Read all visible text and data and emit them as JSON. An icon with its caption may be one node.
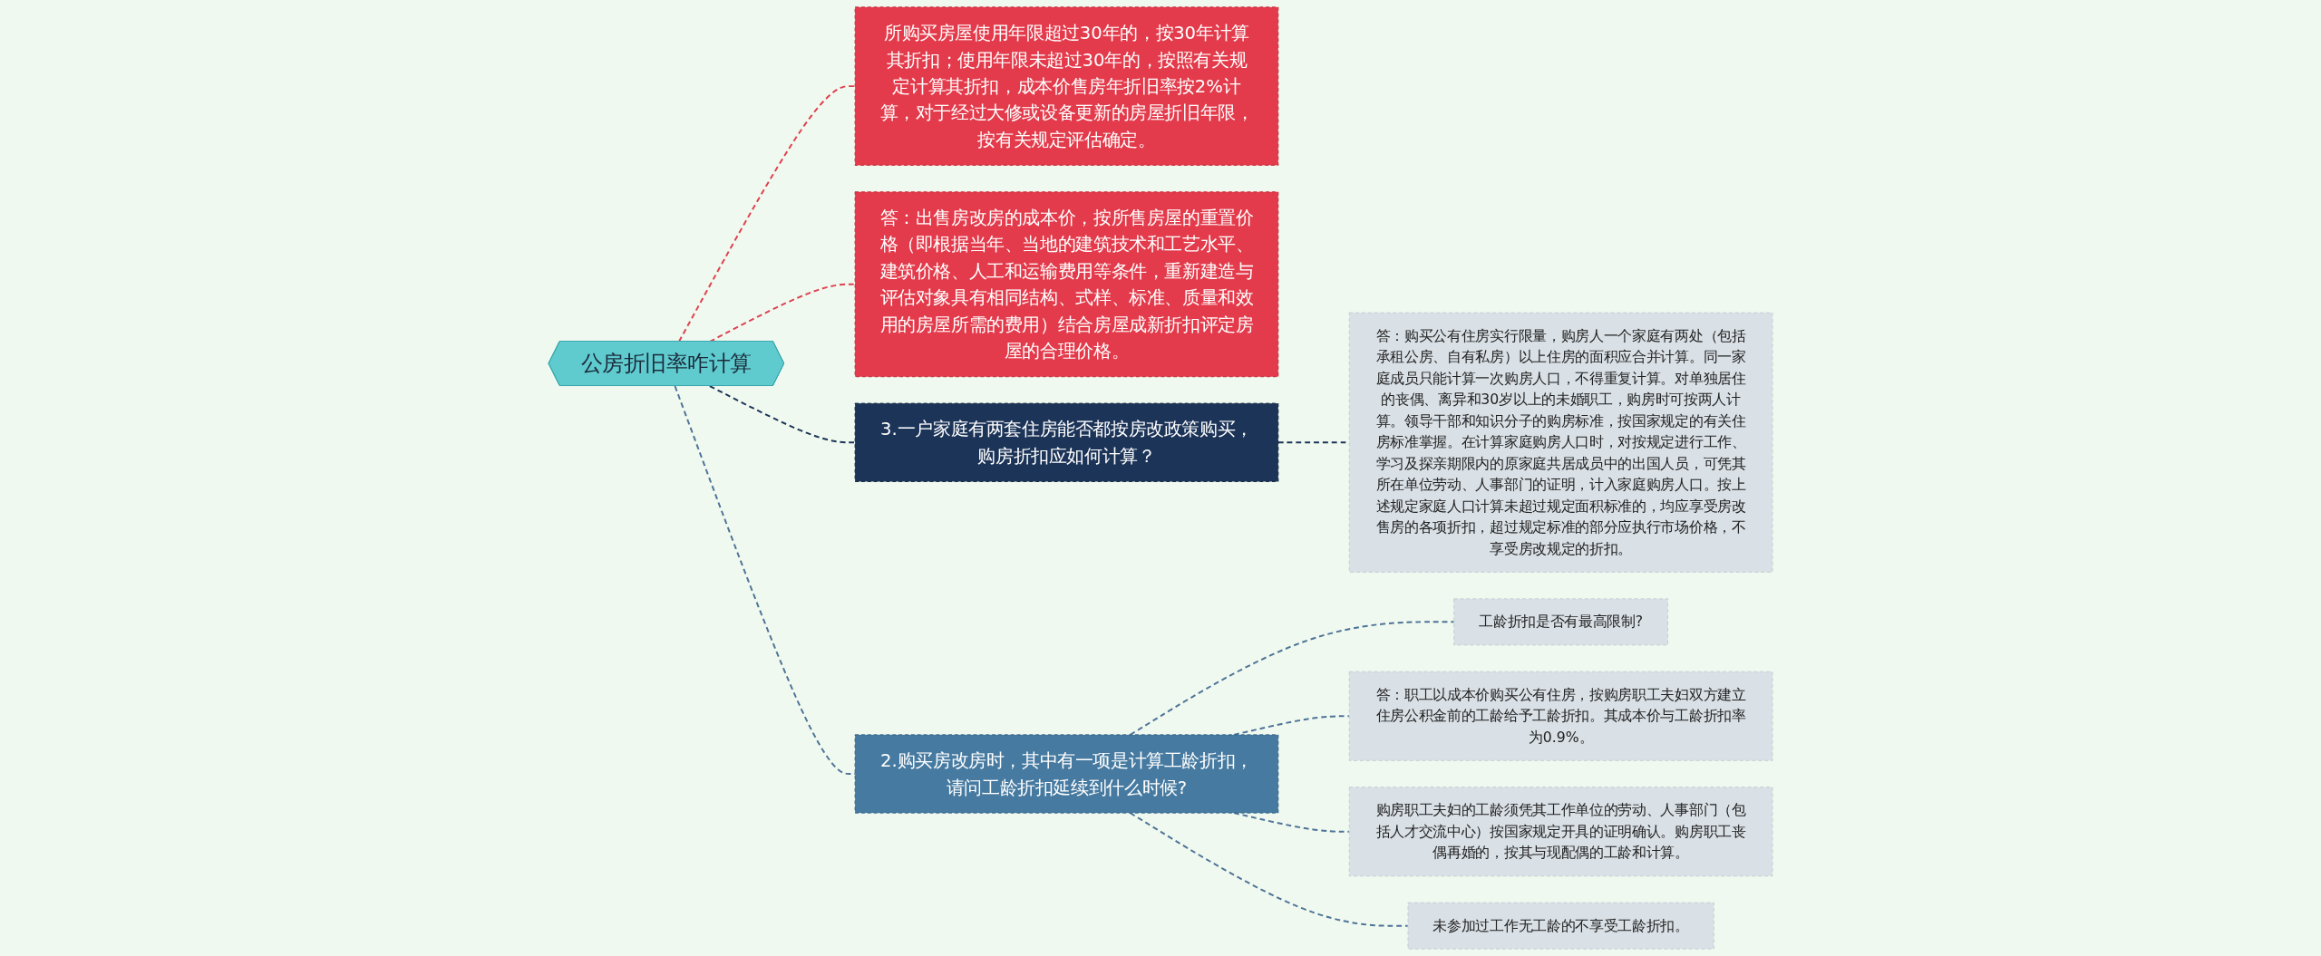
{
  "diagram": {
    "nodes": [
      {
        "text": [
          "公房折旧率咋计算"
        ]
      },
      {
        "text": [
          "所购买房屋使用年限超过30年的，按30年计算其折扣；使用年限未超过30年的，按照有关规定计算其折扣，成本价售房年折旧率按2%计算，对于经过大修或设备更新的房屋折旧年限，按有关规定评估确定。"
        ]
      },
      {
        "text": [
          "答：出售房改房的成本价，按所售房屋的重置价格（即根据当年、当地的建筑技术和工艺水平、建筑价格、人工和运输费用等条件，重新建造与评估对象具有相同结构、式样、标准、质量和效用的房屋所需的费用）结合房屋成新折扣评定房屋的合理价格。"
        ]
      },
      {
        "text": [
          "3.一户家庭有两套住房能否都按房改政策购买，购房折扣应如何计算？"
        ]
      },
      {
        "text": [
          "答：购买公有住房实行限量，购房人一个家庭有两处（包括承租公房、自有私房）以上住房的面积应合并计算。同一家庭成员只能计算一次购房人口，不得重复计算。对单独居住的丧偶、离异和30岁以上的未婚职工，购房时可按两人计算。领导干部和知识分子的购房标准，按国家规定的有关住房标准掌握。在计算家庭购房人口时，对按规定进行工作、学习及探亲期限内的原家庭共居成员中的出国人员，可凭其所在单位劳动、人事部门的证明，计入家庭购房人口。按上述规定家庭人口计算未超过规定面积标准的，均应享受房改售房的各项折扣，超过规定标准的部分应执行市场价格，不享受房改规定的折扣。"
        ]
      },
      {
        "text": [
          "2.购买房改房时，其中有一项是计算工龄折扣，请问工龄折扣延续到什么时候?"
        ]
      },
      {
        "text": [
          "工龄折扣是否有最高限制?"
        ]
      },
      {
        "text": [
          "答：职工以成本价购买公有住房，按购房职工夫妇双方建立住房公积金前的工龄给予工龄折扣。其成本价与工龄折扣率为0.9%。"
        ]
      },
      {
        "text": [
          "购房职工夫妇的工龄须凭其工作单位的劳动、人事部门（包括人才交流中心）按国家规定开具的证明确认。购房职工丧偶再婚的，按其与现配偶的工龄和计算。"
        ]
      },
      {
        "text": [
          "未参加过工作无工龄的不享受工龄折扣。"
        ]
      }
    ],
    "edges": [
      {
        "from": 0,
        "to": 1,
        "arrow": "none",
        "style": "dashed",
        "color": "#e0404e"
      },
      {
        "from": 0,
        "to": 2,
        "arrow": "none",
        "style": "dashed",
        "color": "#e0404e"
      },
      {
        "from": 0,
        "to": 3,
        "arrow": "none",
        "style": "dashed",
        "color": "#1c3458"
      },
      {
        "from": 3,
        "to": 4,
        "arrow": "none",
        "style": "dashed",
        "color": "#1c3458"
      },
      {
        "from": 0,
        "to": 5,
        "arrow": "none",
        "style": "dashed"
      },
      {
        "from": 5,
        "to": 6,
        "arrow": "none",
        "style": "dashed"
      },
      {
        "from": 5,
        "to": 7,
        "arrow": "none",
        "style": "dashed"
      },
      {
        "from": 5,
        "to": 8,
        "arrow": "none",
        "style": "dashed"
      },
      {
        "from": 5,
        "to": 9,
        "arrow": "none",
        "style": "dashed"
      }
    ]
  }
}
